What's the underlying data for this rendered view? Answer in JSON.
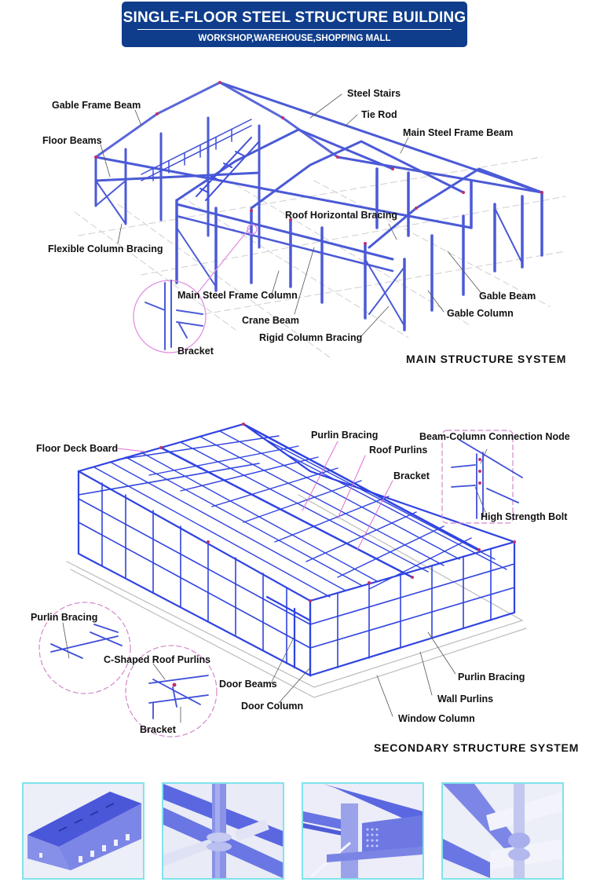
{
  "header": {
    "title": "SINGLE-FLOOR STEEL STRUCTURE BUILDING",
    "subtitle": "WORKSHOP,WAREHOUSE,SHOPPING MALL",
    "background_color": "#0f3d8c"
  },
  "main_structure": {
    "section_title": "MAIN  STRUCTURE  SYSTEM",
    "labels": {
      "gable_frame_beam": "Gable Frame Beam",
      "floor_beams": "Floor Beams",
      "flexible_column_bracing": "Flexible Column Bracing",
      "steel_stairs": "Steel Stairs",
      "tie_rod": "Tie Rod",
      "main_steel_frame_beam": "Main Steel Frame Beam",
      "roof_horizontal_bracing": "Roof Horizontal Bracing",
      "main_steel_frame_column": "Main Steel Frame Column",
      "crane_beam": "Crane Beam",
      "rigid_column_bracing": "Rigid Column Bracing",
      "bracket": "Bracket",
      "gable_beam": "Gable Beam",
      "gable_column": "Gable Column"
    }
  },
  "secondary_structure": {
    "section_title": "SECONDARY STRUCTURE  SYSTEM",
    "labels": {
      "floor_deck_board": "Floor Deck Board",
      "purlin_bracing_top": "Purlin Bracing",
      "roof_purlins": "Roof Purlins",
      "bracket_top": "Bracket",
      "beam_column_connection_node": "Beam-Column Connection Node",
      "high_strength_bolt": "High Strength Bolt",
      "purlin_bracing_detail": "Purlin Bracing",
      "c_shaped_roof_purlins": "C-Shaped Roof Purlins",
      "bracket_detail": "Bracket",
      "door_beams": "Door Beams",
      "door_column": "Door Column",
      "purlin_bracing_wall": "Purlin Bracing",
      "wall_purlins": "Wall Purlins",
      "window_column": "Window Column"
    }
  },
  "thumbnails": [
    {
      "subject": "building-model-render"
    },
    {
      "subject": "column-beam-joint-render"
    },
    {
      "subject": "bolted-plate-connection-render"
    },
    {
      "subject": "multi-beam-node-render"
    }
  ],
  "colors": {
    "steel": "#3f4fd8",
    "steel_light": "#8f98e8",
    "callout": "#d982d8",
    "thumb_border": "#7fe3ec",
    "grid": "#c8c8c8"
  }
}
